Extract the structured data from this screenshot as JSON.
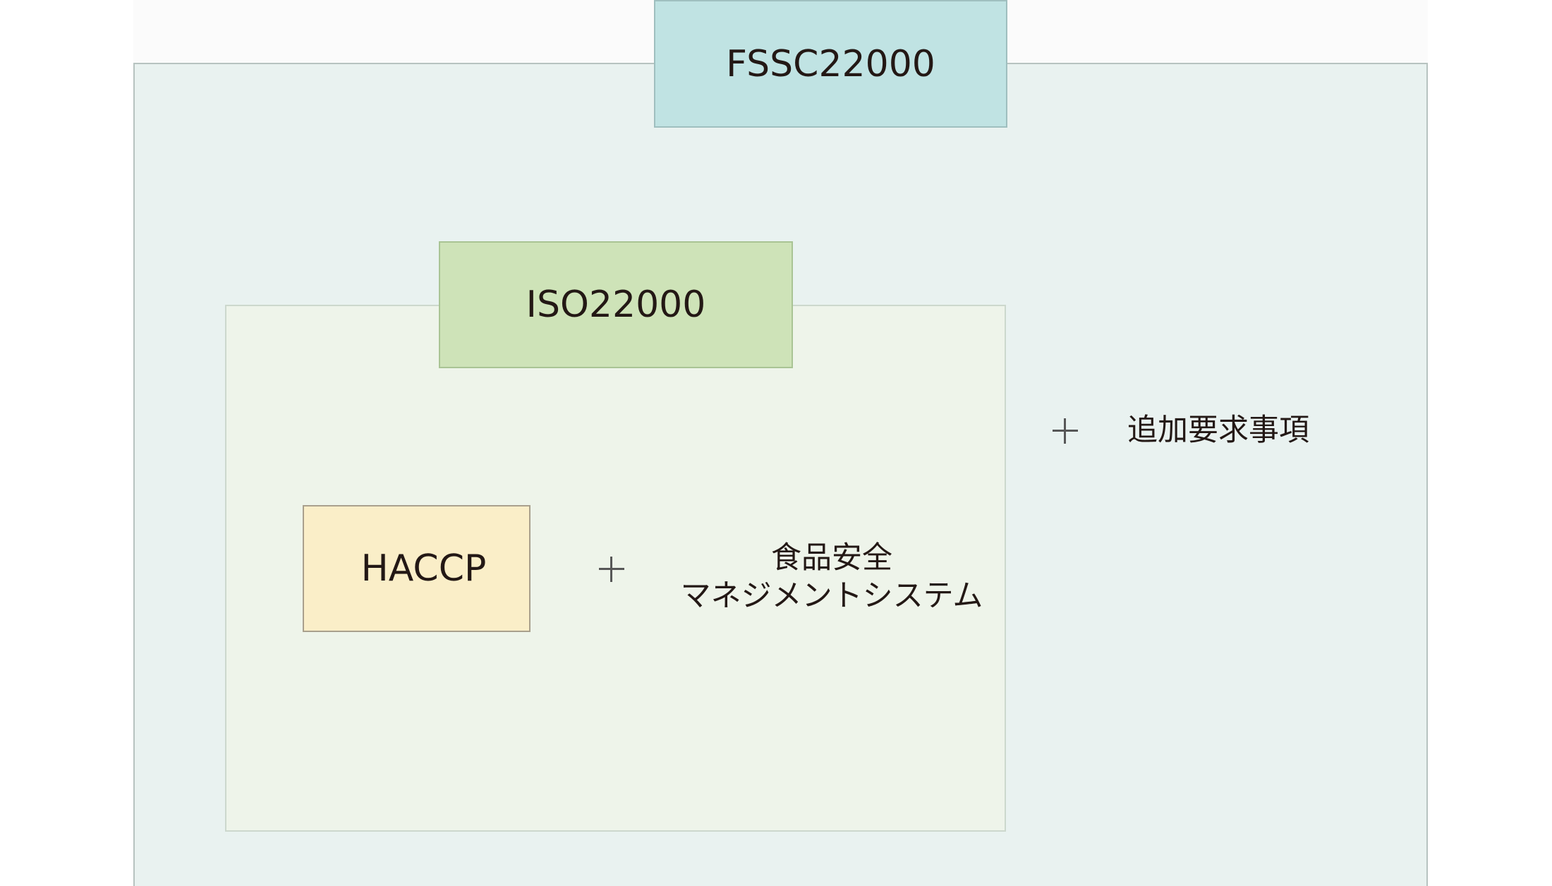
{
  "diagram": {
    "outer_label": "FSSC22000",
    "middle_label": "ISO22000",
    "inner_label": "HACCP",
    "plus_symbol": "+",
    "food_safety_line_1": "食品安全",
    "food_safety_line_2": "マネジメントシステム",
    "additional_requirements": "追加要求事項"
  },
  "colors": {
    "outer_fill": "#e9f2f0",
    "middle_fill": "#eef4ea",
    "fssc_label_fill": "#c0e3e3",
    "iso_label_fill": "#cee3b8",
    "haccp_fill": "#faeec8",
    "text": "#231815",
    "plus": "#575757"
  },
  "icons": {
    "plus": "plus-icon"
  }
}
